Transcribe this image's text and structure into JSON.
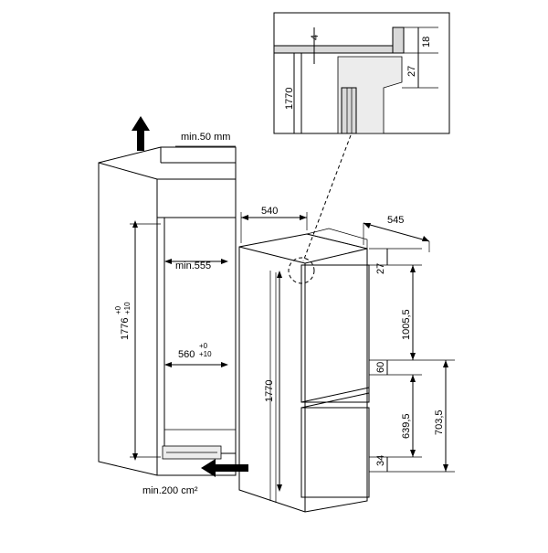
{
  "labels": {
    "min_gap": "min.50 mm",
    "min_width": "min.555",
    "niche_width": "560",
    "niche_width_tol_top": "+0",
    "niche_width_tol_bottom": "+10",
    "niche_height": "1776",
    "niche_height_tol_top": "+0",
    "niche_height_tol_bottom": "+10",
    "vent_area": "min.200 cm²",
    "appliance_width": "540",
    "appliance_depth": "545",
    "appliance_height": "1770",
    "top_offset": "27",
    "upper_door": "1005,5",
    "door_gap": "60",
    "lower_door": "639,5",
    "lower_section": "703,5",
    "bottom_offset": "34",
    "detail_height": "1770",
    "detail_4": "4",
    "detail_18": "18",
    "detail_27": "27"
  }
}
